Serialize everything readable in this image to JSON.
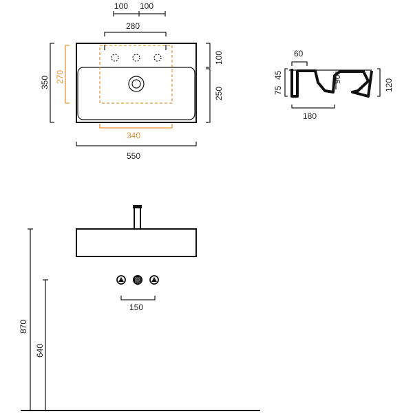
{
  "top_view": {
    "dim_tap_spacing_left": "100",
    "dim_tap_spacing_right": "100",
    "dim_bracket_width": "280",
    "dim_back_depth": "100",
    "dim_bowl_depth": "250",
    "dim_total_depth": "350",
    "dim_inner_depth": "270",
    "dim_inner_width": "340",
    "dim_total_width": "550"
  },
  "section_view": {
    "dim_wall": "60",
    "dim_rim": "45",
    "dim_inner": "75",
    "dim_bowl": "90",
    "dim_height": "120",
    "dim_depth": "180"
  },
  "front_view": {
    "dim_fixing_spacing": "150",
    "dim_top_height": "870",
    "dim_bottom_height": "640"
  },
  "colors": {
    "line": "#222222",
    "accent": "#e8943a"
  }
}
